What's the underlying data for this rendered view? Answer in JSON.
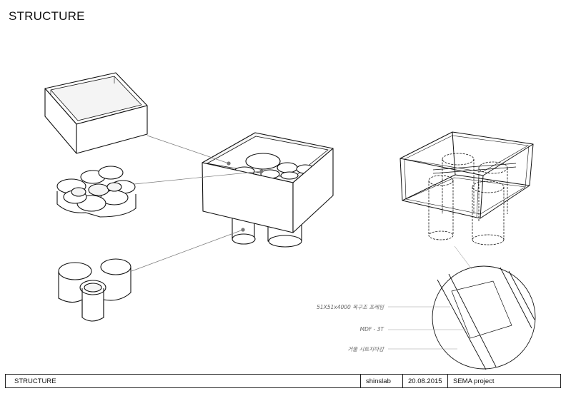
{
  "sheet_title": "STRUCTURE",
  "annotations": {
    "frame": "51X51x4000 목구조 프레임",
    "panel": "MDF - 3T",
    "finish": "거울 시트지마감"
  },
  "title_block": {
    "name": "STRUCTURE",
    "author": "shinslab",
    "date": "20.08.2015",
    "project": "SEMA project"
  }
}
